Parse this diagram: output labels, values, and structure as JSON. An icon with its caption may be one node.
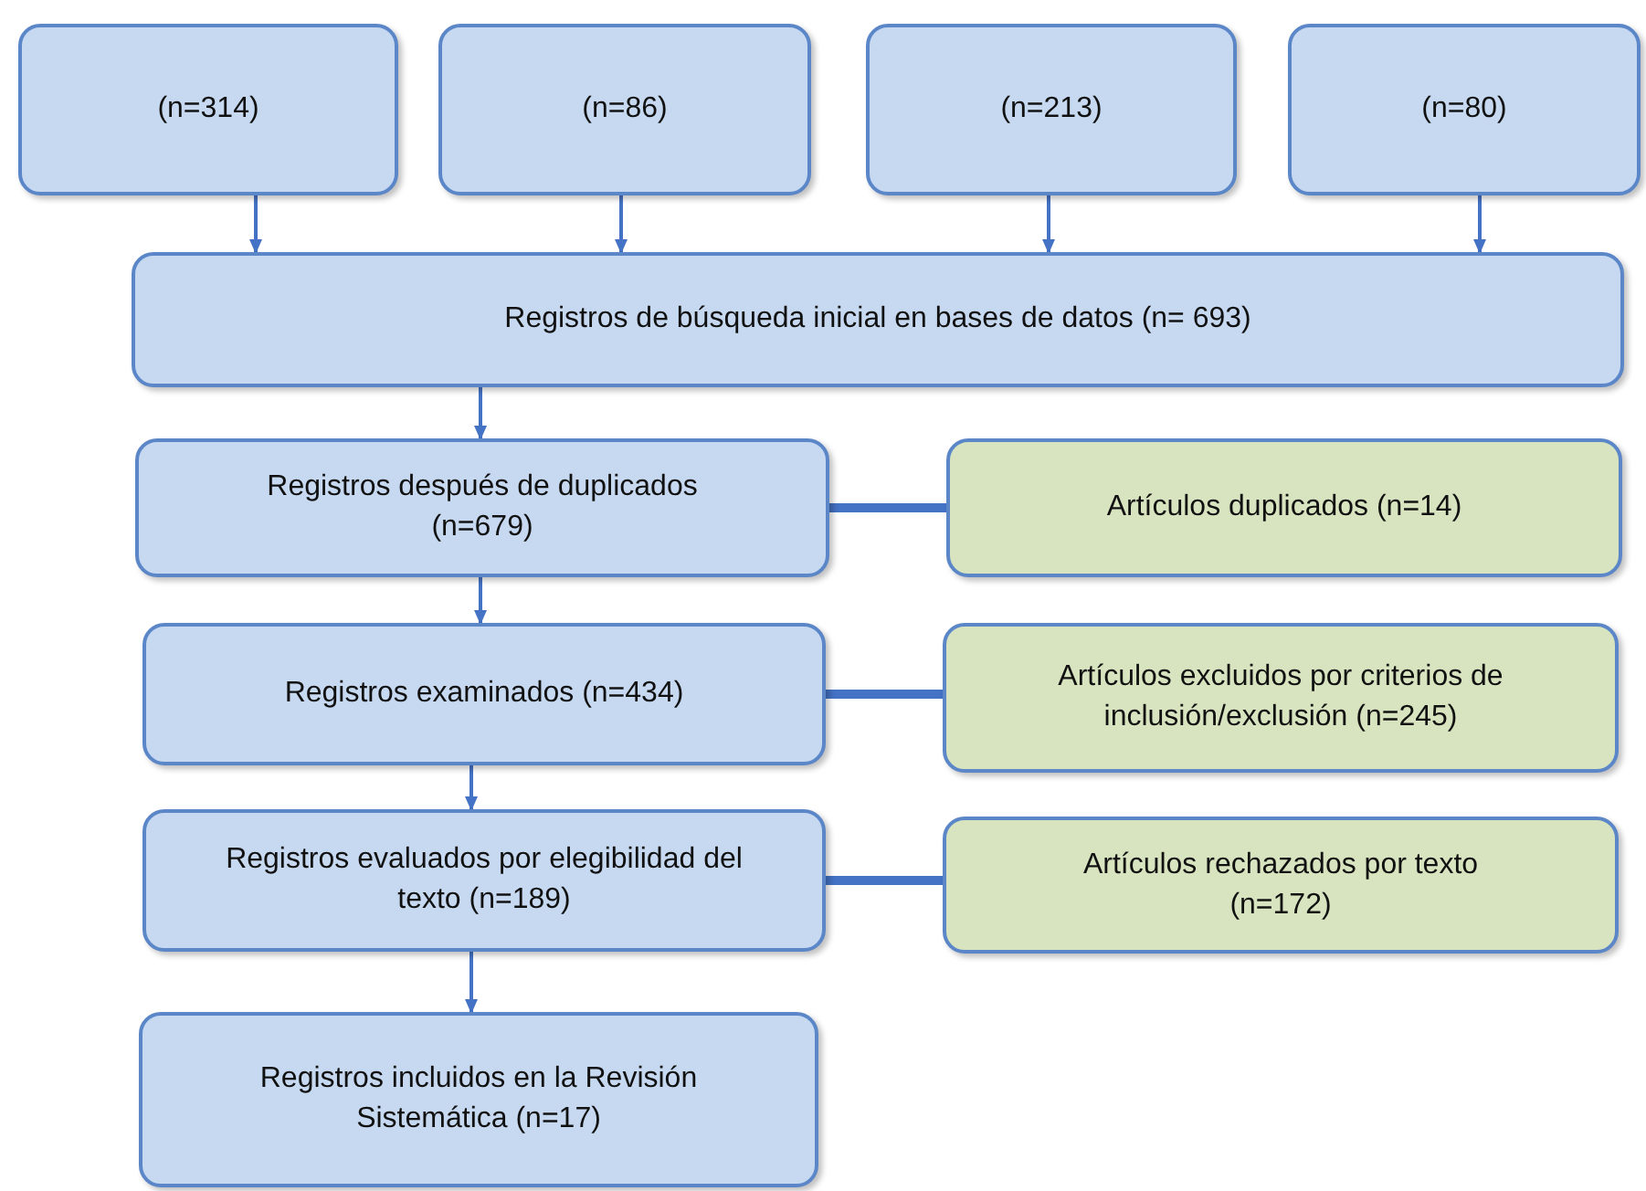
{
  "diagram": {
    "nodes": [
      {
        "text": [
          "(n=314)"
        ]
      },
      {
        "text": [
          "(n=86)"
        ]
      },
      {
        "text": [
          "(n=213)"
        ]
      },
      {
        "text": [
          "(n=80)"
        ]
      },
      {
        "text": [
          "Registros de búsqueda inicial en bases de datos (n= 693)"
        ]
      },
      {
        "text": [
          "Registros después de duplicados (n=679)"
        ]
      },
      {
        "text": [
          "Artículos duplicados (n=14)"
        ]
      },
      {
        "text": [
          "Registros examinados (n=434)"
        ]
      },
      {
        "text": [
          "Artículos excluidos por criterios de inclusión/exclusión (n=245)"
        ]
      },
      {
        "text": [
          "Registros evaluados por elegibilidad del texto (n=189)"
        ]
      },
      {
        "text": [
          "Artículos rechazados por texto (n=172)"
        ]
      },
      {
        "text": [
          "Registros incluidos en la Revisión Sistemática (n=17)"
        ]
      }
    ],
    "edges": [
      {
        "from": 0,
        "to": 4,
        "arrow": "to"
      },
      {
        "from": 1,
        "to": 4,
        "arrow": "to"
      },
      {
        "from": 2,
        "to": 4,
        "arrow": "to"
      },
      {
        "from": 3,
        "to": 4,
        "arrow": "to"
      },
      {
        "from": 4,
        "to": 5,
        "arrow": "to"
      },
      {
        "from": 5,
        "to": 6,
        "arrow": "none",
        "style": "thick"
      },
      {
        "from": 5,
        "to": 7,
        "arrow": "to"
      },
      {
        "from": 7,
        "to": 8,
        "arrow": "none",
        "style": "thick"
      },
      {
        "from": 7,
        "to": 9,
        "arrow": "to"
      },
      {
        "from": 9,
        "to": 10,
        "arrow": "none",
        "style": "thick"
      },
      {
        "from": 9,
        "to": 11,
        "arrow": "to"
      }
    ]
  }
}
